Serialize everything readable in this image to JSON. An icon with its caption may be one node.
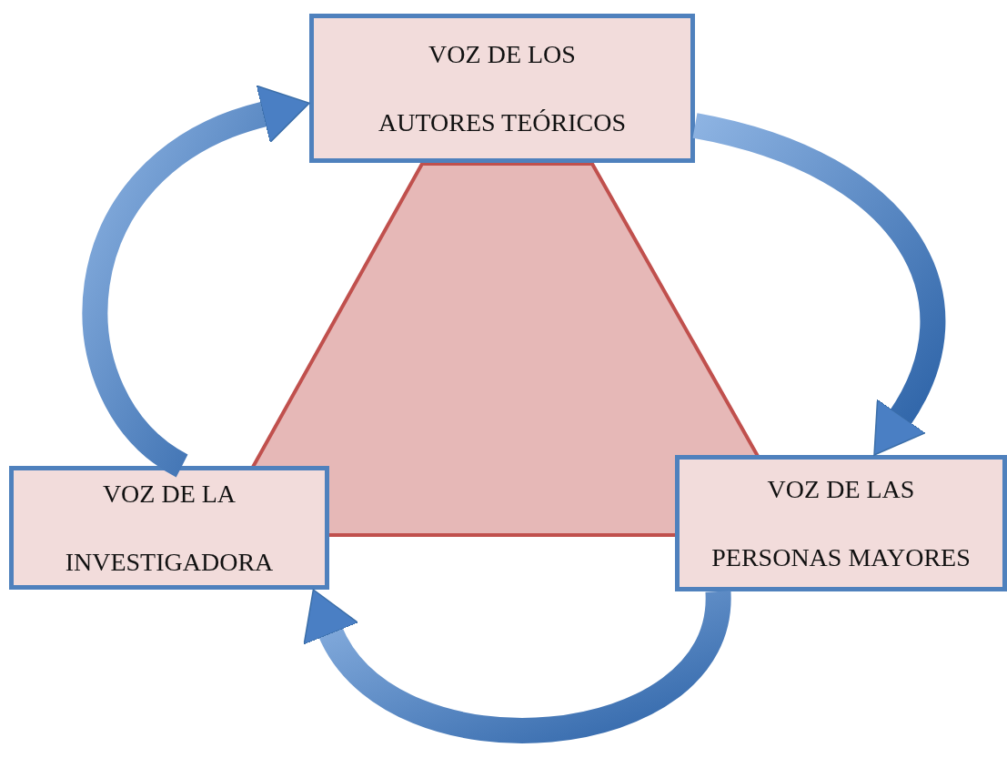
{
  "diagram": {
    "nodes": [
      {
        "text": [
          "VOZ DE LOS AUTORES TEÓRICOS"
        ]
      },
      {
        "text": [
          "VOZ DE LAS PERSONAS MAYORES"
        ]
      },
      {
        "text": [
          "VOZ DE LA INVESTIGADORA"
        ]
      },
      {
        "text": [],
        "shape": "triangle"
      }
    ],
    "edges": [
      {
        "from": 0,
        "to": 1,
        "arrow": "to"
      },
      {
        "from": 1,
        "to": 2,
        "arrow": "to"
      },
      {
        "from": 2,
        "to": 0,
        "arrow": "to"
      }
    ]
  }
}
